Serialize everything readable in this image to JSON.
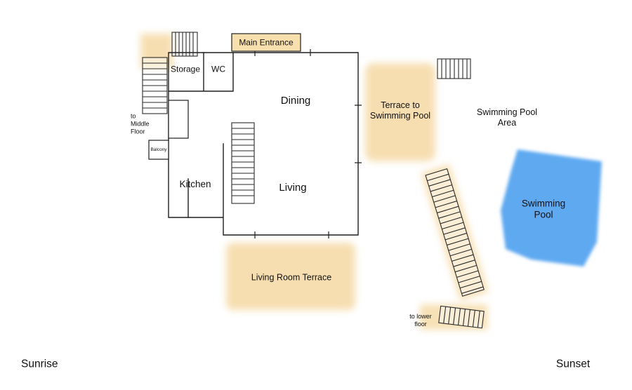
{
  "colors": {
    "terrace": "#f6ddad",
    "pool": "#5ea9f1",
    "entrance_fill": "#f7e0ad"
  },
  "labels": {
    "main_entrance": "Main Entrance",
    "storage": "Storage",
    "wc": "WC",
    "dining": "Dining",
    "living": "Living",
    "kitchen": "Kitchen",
    "balcony": "Balcony",
    "to_middle_floor_line1": "to",
    "to_middle_floor_line2": "Middle",
    "to_middle_floor_line3": "Floor",
    "terrace_to_pool_line1": "Terrace to",
    "terrace_to_pool_line2": "Swimming Pool",
    "pool_area_line1": "Swimming Pool",
    "pool_area_line2": "Area",
    "pool_line1": "Swimming",
    "pool_line2": "Pool",
    "living_room_terrace": "Living Room Terrace",
    "to_lower_floor_line1": "to lower",
    "to_lower_floor_line2": "floor",
    "sunrise": "Sunrise",
    "sunset": "Sunset"
  }
}
